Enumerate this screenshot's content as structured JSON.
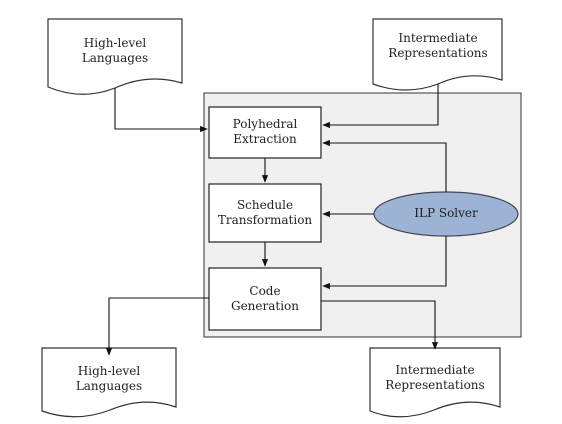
{
  "inputs": {
    "languages": {
      "line1": "High-level",
      "line2": "Languages"
    },
    "representations": {
      "line1": "Intermediate",
      "line2": "Representations"
    }
  },
  "pipeline": {
    "extraction": {
      "line1": "Polyhedral",
      "line2": "Extraction"
    },
    "schedule": {
      "line1": "Schedule",
      "line2": "Transformation"
    },
    "codegen": {
      "line1": "Code",
      "line2": "Generation"
    }
  },
  "solver": {
    "label": "ILP Solver"
  },
  "outputs": {
    "languages": {
      "line1": "High-level",
      "line2": "Languages"
    },
    "representations": {
      "line1": "Intermediate",
      "line2": "Representations"
    }
  },
  "colors": {
    "framework_fill": "#f0f0f0",
    "solver_fill": "#9db3d3",
    "line": "#111111"
  }
}
